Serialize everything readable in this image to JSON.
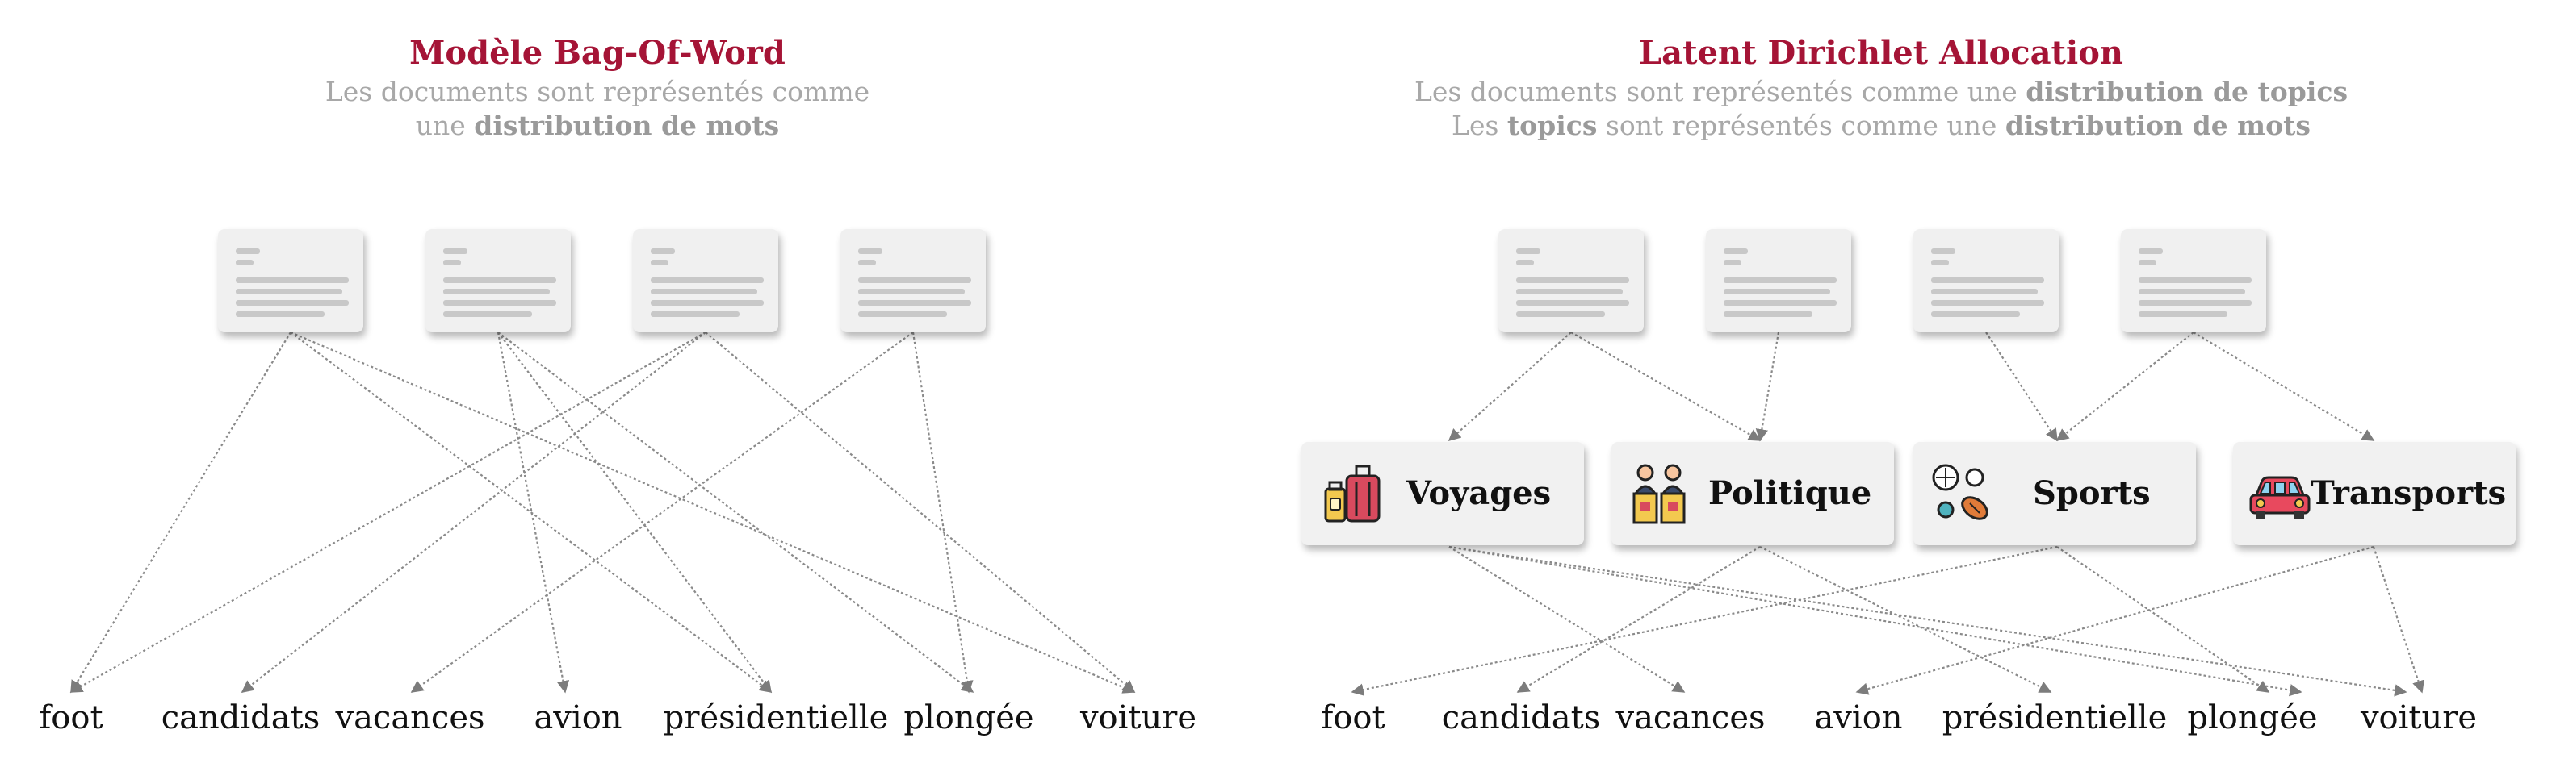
{
  "left": {
    "title": "Modèle Bag-Of-Word",
    "subtitle_line1": "Les documents sont représentés comme",
    "subtitle_line2_pre": "une ",
    "subtitle_line2_bold": "distribution de mots"
  },
  "right": {
    "title": "Latent Dirichlet Allocation",
    "line1_pre": "Les documents sont représentés comme une ",
    "line1_bold": "distribution de topics",
    "line2_pre": "Les ",
    "line2_bold1": "topics",
    "line2_mid": " sont représentés comme une ",
    "line2_bold2": "distribution de mots"
  },
  "words": [
    "foot",
    "candidats",
    "vacances",
    "avion",
    "présidentielle",
    "plongée",
    "voiture"
  ],
  "topics": [
    {
      "label": "Voyages",
      "icon": "luggage-icon"
    },
    {
      "label": "Politique",
      "icon": "politicians-podium-icon"
    },
    {
      "label": "Sports",
      "icon": "sports-balls-icon"
    },
    {
      "label": "Transports",
      "icon": "car-icon"
    }
  ],
  "colors": {
    "title": "#a51436",
    "subtitle": "#a8a8a8",
    "card": "#f0f0f0",
    "arrow": "#8a8a8a"
  }
}
